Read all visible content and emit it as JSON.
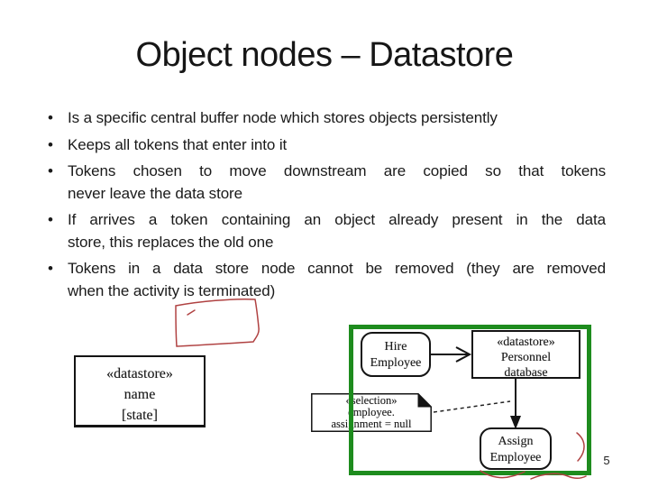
{
  "slide": {
    "title": "Object nodes – Datastore",
    "bullet_char": "•",
    "bullets": [
      {
        "lines": [
          "Is a specific central buffer node which stores objects persistently"
        ]
      },
      {
        "lines": [
          "Keeps all tokens that enter into it"
        ]
      },
      {
        "lines": [
          "Tokens chosen to move downstream are copied so that tokens",
          "never leave the data store"
        ]
      },
      {
        "lines": [
          "If arrives a token containing an object already present in the data",
          "store, this replaces the old one"
        ]
      },
      {
        "lines": [
          "Tokens in a data store node cannot be removed (they are removed",
          "when the activity is terminated)"
        ]
      }
    ],
    "page_number": "5"
  },
  "datastore_notation": {
    "stereotype": "«datastore»",
    "name": "name",
    "state": "[state]"
  },
  "example_diagram": {
    "hire_action": {
      "line1": "Hire",
      "line2": "Employee"
    },
    "personnel_store": {
      "stereotype": "«datastore»",
      "line1": "Personnel",
      "line2": "database"
    },
    "assign_action": {
      "line1": "Assign",
      "line2": "Employee"
    },
    "note": {
      "line1": "«selection»",
      "line2": "employee.",
      "line3": "assignment = null"
    }
  },
  "colors": {
    "frame_green": "#1e8c1e",
    "annotation_red": "#b04242",
    "ink_black": "#141414"
  }
}
